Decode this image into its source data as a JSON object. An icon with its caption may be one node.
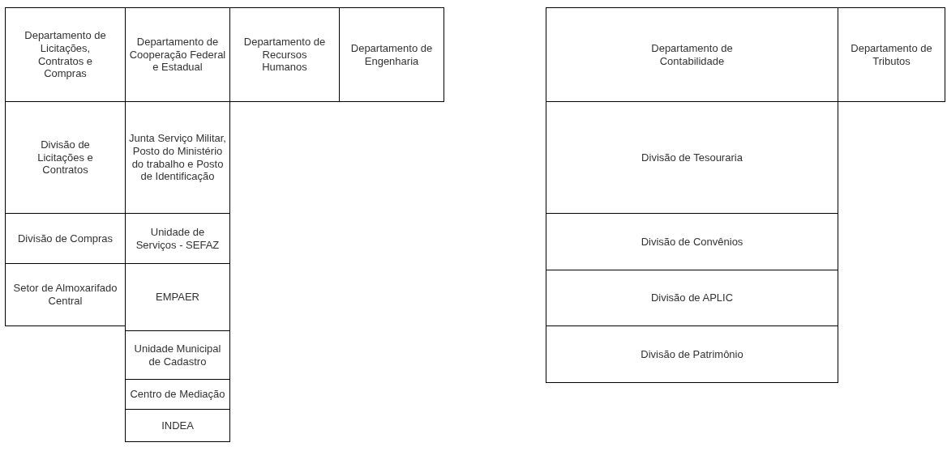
{
  "diagram": {
    "nodes": [
      {
        "text": [
          "Departamento de Licitações, Contratos e Compras"
        ]
      },
      {
        "text": [
          "Departamento de Cooperação Federal e Estadual"
        ]
      },
      {
        "text": [
          "Departamento de Recursos Humanos"
        ]
      },
      {
        "text": [
          "Departamento de Engenharia"
        ]
      },
      {
        "text": [
          "Departamento de Contabilidade"
        ]
      },
      {
        "text": [
          "Departamento de Tributos"
        ]
      },
      {
        "text": [
          "Divisão de Licitações e Contratos"
        ]
      },
      {
        "text": [
          "Junta Serviço Militar, Posto do Ministério do trabalho e Posto de Identificação"
        ]
      },
      {
        "text": [
          "Divisão de Tesouraria"
        ]
      },
      {
        "text": [
          "Divisão de Compras"
        ]
      },
      {
        "text": [
          "Unidade de Serviços - SEFAZ"
        ]
      },
      {
        "text": [
          "Divisão de Convênios"
        ]
      },
      {
        "text": [
          "Setor de Almoxarifado Central"
        ]
      },
      {
        "text": [
          "EMPAER"
        ]
      },
      {
        "text": [
          "Divisão de APLIC"
        ]
      },
      {
        "text": [
          "Unidade Municipal de Cadastro"
        ]
      },
      {
        "text": [
          "Divisão de Patrimônio"
        ]
      },
      {
        "text": [
          "Centro de Mediação"
        ]
      },
      {
        "text": [
          "INDEA"
        ]
      }
    ]
  }
}
